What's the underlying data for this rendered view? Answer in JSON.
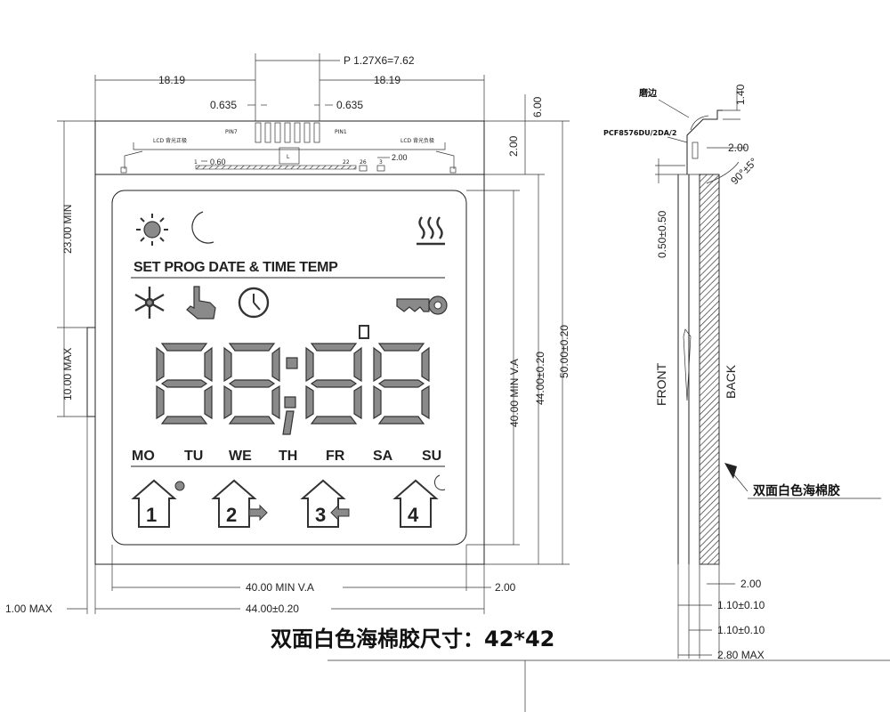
{
  "dimensions": {
    "pitch": "P 1.27X6=7.62",
    "left_offset": "18.19",
    "right_offset": "18.19",
    "pin_width_left": "0.635",
    "pin_width_right": "0.635",
    "top_height": "6.00",
    "fpc_height": "2.00",
    "min_height": "23.00 MIN",
    "tab_height": "10.00 MAX",
    "va_height": "40.00 MIN V.A",
    "glass_height": "44.00±0.20",
    "outline_height": "50.00±0.20",
    "va_width": "40.00 MIN V.A",
    "right_margin": "2.00",
    "glass_width": "44.00±0.20",
    "edge_max": "1.00 MAX",
    "pad_pitch": "0.60",
    "pad_width": "2.00",
    "pad_num_1": "1",
    "pad_num_22": "22",
    "pad_num_26": "26",
    "pad_num_3": "3"
  },
  "labels": {
    "pin7": "PIN7",
    "pin1": "PIN1",
    "lcd_left": "LCD 背光正极",
    "lcd_right": "LCD 背光负极",
    "glyph": "L"
  },
  "lcd": {
    "menu_text": "SET PROG DATE & TIME TEMP",
    "digit_1": "8",
    "digit_2": "8",
    "colon": ":",
    "digit_3": "8",
    "digit_4": "8",
    "days": [
      "MO",
      "TU",
      "WE",
      "TH",
      "FR",
      "SA",
      "SU"
    ],
    "programs": [
      "1",
      "2",
      "3",
      "4"
    ]
  },
  "side_view": {
    "edge_label": "磨边",
    "polarizer": "PCF8576DU/2DA/2",
    "top_thickness": "1.40",
    "step": "2.00",
    "angle": "90°±5°",
    "gap": "0.50±0.50",
    "front": "FRONT",
    "back": "BACK",
    "foam_label": "双面白色海棉胶",
    "bottom_2": "2.00",
    "thick_1": "1.10±0.10",
    "thick_2": "1.10±0.10",
    "total_max": "2.80 MAX"
  },
  "caption": "双面白色海棉胶尺寸：42*42"
}
